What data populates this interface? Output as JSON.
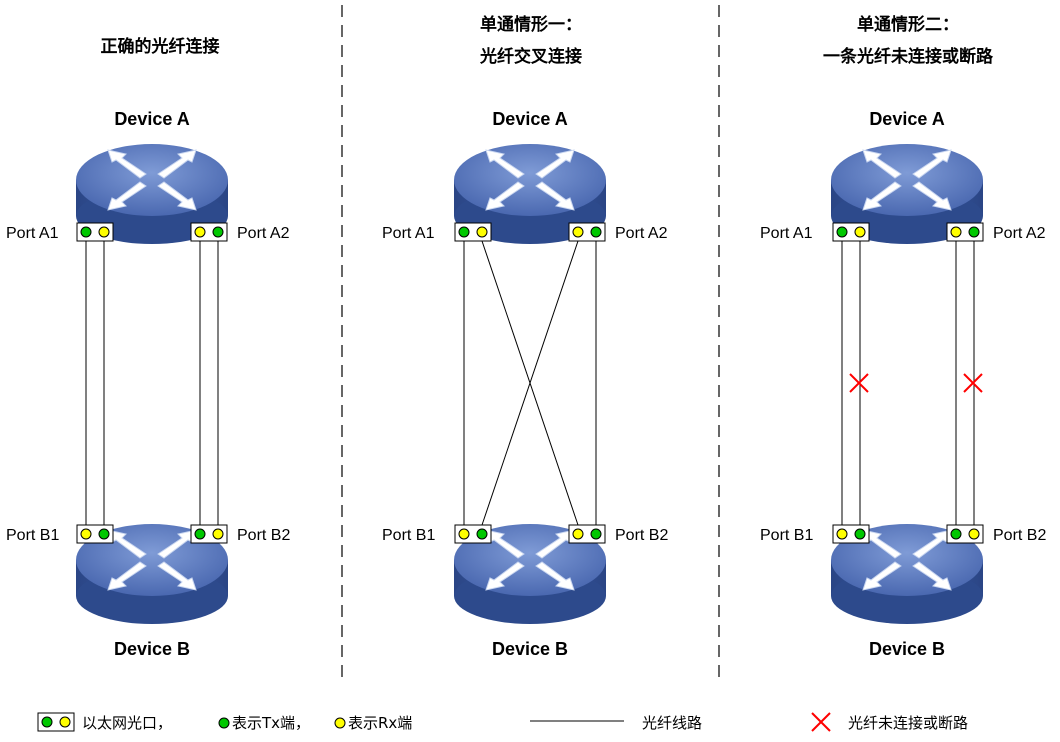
{
  "panels": [
    {
      "title_lines": [
        "正确的光纤连接"
      ],
      "device_a": "Device A",
      "device_b": "Device B",
      "port_a1": "Port A1",
      "port_a2": "Port A2",
      "port_b1": "Port B1",
      "port_b2": "Port B2"
    },
    {
      "title_lines": [
        "单通情形一：",
        "光纤交叉连接"
      ],
      "device_a": "Device A",
      "device_b": "Device B",
      "port_a1": "Port A1",
      "port_a2": "Port A2",
      "port_b1": "Port B1",
      "port_b2": "Port B2"
    },
    {
      "title_lines": [
        "单通情形二：",
        "一条光纤未连接或断路"
      ],
      "device_a": "Device A",
      "device_b": "Device B",
      "port_a1": "Port A1",
      "port_a2": "Port A2",
      "port_b1": "Port B1",
      "port_b2": "Port B2"
    }
  ],
  "legend": {
    "port_text_1": "以太网光口，",
    "tx_text": "表示Tx端，",
    "rx_text": "表示Rx端",
    "line_text": "光纤线路",
    "break_text": "光纤未连接或断路"
  },
  "colors": {
    "tx": "#00c800",
    "rx": "#ffff00",
    "device_top": "#5a7bc2",
    "device_side": "#2d4a8c",
    "break": "#ff0000"
  }
}
